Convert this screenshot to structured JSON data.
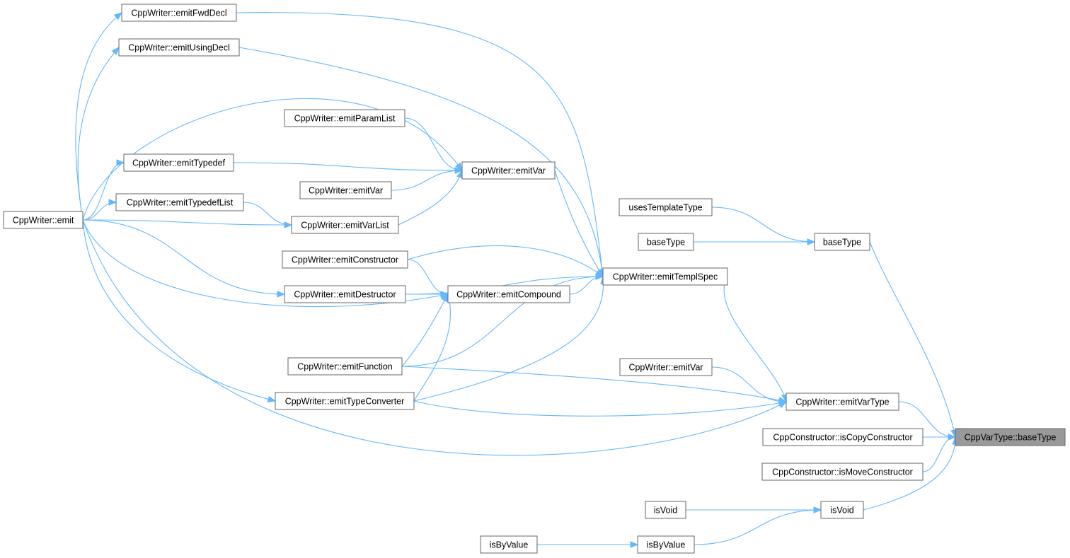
{
  "nodes": [
    {
      "id": "root",
      "label": "CppVarType::baseType",
      "root": true
    },
    {
      "id": "baseType_r",
      "label": "baseType"
    },
    {
      "id": "usesTemplateType",
      "label": "usesTemplateType"
    },
    {
      "id": "baseType_l",
      "label": "baseType"
    },
    {
      "id": "emitTemplSpec",
      "label": "CppWriter::emitTemplSpec"
    },
    {
      "id": "emitVarType",
      "label": "CppWriter::emitVarType"
    },
    {
      "id": "emitVar_mid",
      "label": "CppWriter::emitVar"
    },
    {
      "id": "isCopyCtor",
      "label": "CppConstructor::isCopyConstructor"
    },
    {
      "id": "isMoveCtor",
      "label": "CppConstructor::isMoveConstructor"
    },
    {
      "id": "isVoid_r",
      "label": "isVoid"
    },
    {
      "id": "isVoid_l",
      "label": "isVoid"
    },
    {
      "id": "isByValue_r",
      "label": "isByValue"
    },
    {
      "id": "isByValue_l",
      "label": "isByValue"
    },
    {
      "id": "emitFwdDecl",
      "label": "CppWriter::emitFwdDecl"
    },
    {
      "id": "emitUsingDecl",
      "label": "CppWriter::emitUsingDecl"
    },
    {
      "id": "emitParamList",
      "label": "CppWriter::emitParamList"
    },
    {
      "id": "emitVar_top",
      "label": "CppWriter::emitVar"
    },
    {
      "id": "emitTypedef",
      "label": "CppWriter::emitTypedef"
    },
    {
      "id": "emitVar_small",
      "label": "CppWriter::emitVar"
    },
    {
      "id": "emitTypedefList",
      "label": "CppWriter::emitTypedefList"
    },
    {
      "id": "emitVarList",
      "label": "CppWriter::emitVarList"
    },
    {
      "id": "emit",
      "label": "CppWriter::emit"
    },
    {
      "id": "emitConstructor",
      "label": "CppWriter::emitConstructor"
    },
    {
      "id": "emitDestructor",
      "label": "CppWriter::emitDestructor"
    },
    {
      "id": "emitCompound",
      "label": "CppWriter::emitCompound"
    },
    {
      "id": "emitFunction",
      "label": "CppWriter::emitFunction"
    },
    {
      "id": "emitTypeConverter",
      "label": "CppWriter::emitTypeConverter"
    }
  ],
  "edges": [
    {
      "from": "baseType_r",
      "to": "root"
    },
    {
      "from": "emitVarType",
      "to": "root"
    },
    {
      "from": "isCopyCtor",
      "to": "root"
    },
    {
      "from": "isMoveCtor",
      "to": "root"
    },
    {
      "from": "isVoid_r",
      "to": "root"
    },
    {
      "from": "usesTemplateType",
      "to": "baseType_r"
    },
    {
      "from": "baseType_l",
      "to": "baseType_r"
    },
    {
      "from": "emitTemplSpec",
      "to": "emitVarType"
    },
    {
      "from": "emitVar_mid",
      "to": "emitVarType"
    },
    {
      "from": "emitFunction",
      "to": "emitVarType"
    },
    {
      "from": "emitTypeConverter",
      "to": "emitVarType"
    },
    {
      "from": "emit",
      "to": "emitVarType"
    },
    {
      "from": "emitFwdDecl",
      "to": "emitTemplSpec"
    },
    {
      "from": "emitUsingDecl",
      "to": "emitTemplSpec"
    },
    {
      "from": "emitVar_top",
      "to": "emitTemplSpec"
    },
    {
      "from": "emitConstructor",
      "to": "emitTemplSpec"
    },
    {
      "from": "emitDestructor",
      "to": "emitTemplSpec"
    },
    {
      "from": "emitCompound",
      "to": "emitTemplSpec"
    },
    {
      "from": "emitFunction",
      "to": "emitTemplSpec"
    },
    {
      "from": "emitTypeConverter",
      "to": "emitTemplSpec"
    },
    {
      "from": "emitParamList",
      "to": "emitVar_top"
    },
    {
      "from": "emitTypedef",
      "to": "emitVar_top"
    },
    {
      "from": "emitVar_small",
      "to": "emitVar_top"
    },
    {
      "from": "emitVarList",
      "to": "emitVar_top"
    },
    {
      "from": "emit",
      "to": "emitVar_top"
    },
    {
      "from": "emitConstructor",
      "to": "emitCompound"
    },
    {
      "from": "emitDestructor",
      "to": "emitCompound"
    },
    {
      "from": "emitFunction",
      "to": "emitCompound"
    },
    {
      "from": "emitTypeConverter",
      "to": "emitCompound"
    },
    {
      "from": "emit",
      "to": "emitCompound"
    },
    {
      "from": "emitTypedefList",
      "to": "emitVarList"
    },
    {
      "from": "emit",
      "to": "emitVarList"
    },
    {
      "from": "emit",
      "to": "emitFwdDecl"
    },
    {
      "from": "emit",
      "to": "emitUsingDecl"
    },
    {
      "from": "emit",
      "to": "emitTypedef"
    },
    {
      "from": "emit",
      "to": "emitTypedefList"
    },
    {
      "from": "emit",
      "to": "emitDestructor"
    },
    {
      "from": "emit",
      "to": "emitTypeConverter"
    },
    {
      "from": "isVoid_l",
      "to": "isVoid_r"
    },
    {
      "from": "isByValue_r",
      "to": "isVoid_r"
    },
    {
      "from": "isByValue_l",
      "to": "isByValue_r"
    }
  ]
}
